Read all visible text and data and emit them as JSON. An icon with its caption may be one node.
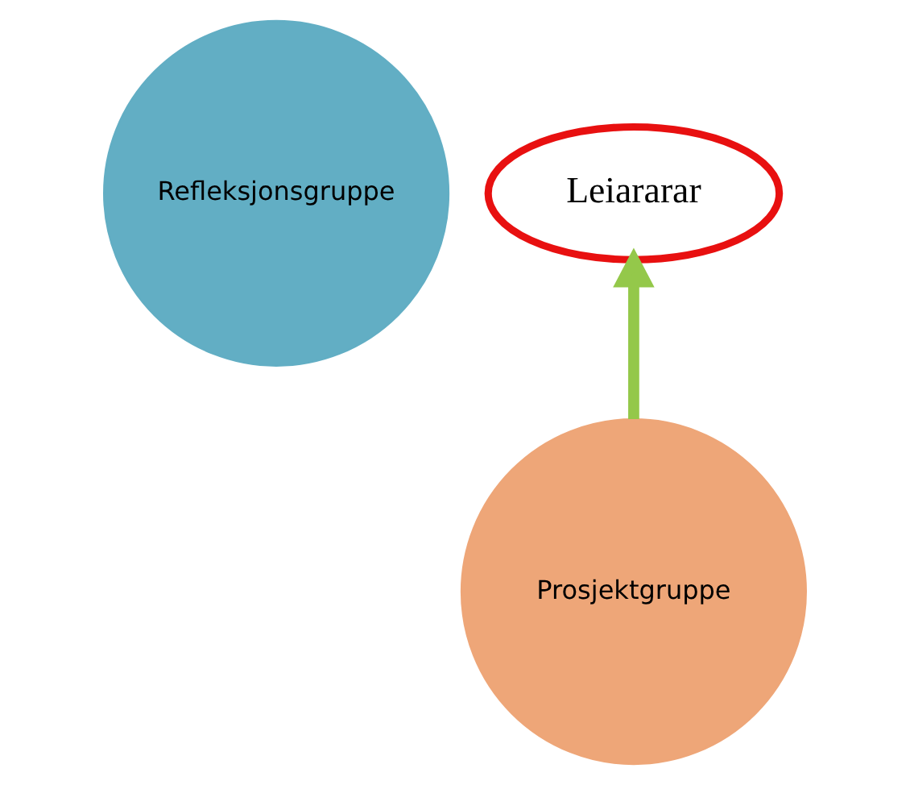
{
  "diagram": {
    "nodes": [
      {
        "text": [
          "Refleksjonsgruppe"
        ]
      },
      {
        "text": [
          "Prosjektgruppe"
        ]
      },
      {
        "text": [
          "Leiararar"
        ]
      }
    ],
    "edges": [
      {
        "from": 1,
        "to": 2,
        "arrow": "to"
      }
    ]
  }
}
